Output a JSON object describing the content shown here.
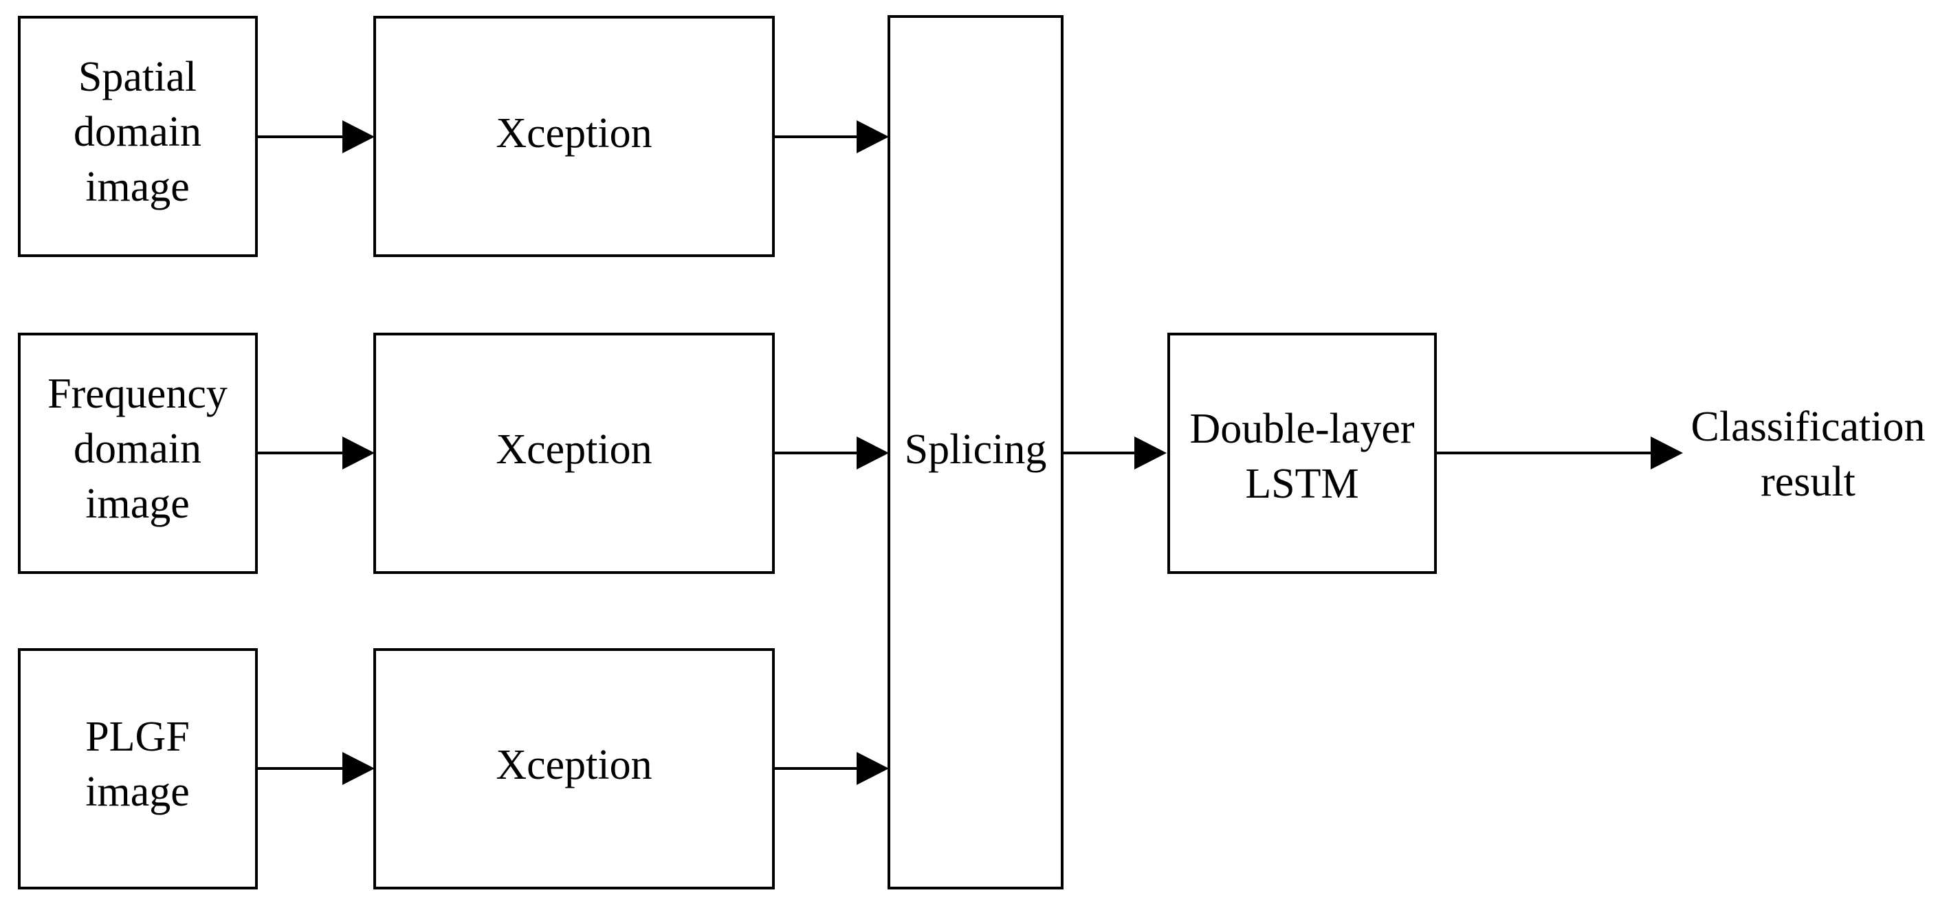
{
  "diagram": {
    "type": "flowchart",
    "orientation": "left-to-right",
    "background_color": "#ffffff",
    "line_color": "#000000",
    "text_color": "#000000",
    "inputs": [
      {
        "id": "spatial-domain-image",
        "line1": "Spatial",
        "line2": "domain",
        "line3": "image"
      },
      {
        "id": "frequency-domain-image",
        "line1": "Frequency",
        "line2": "domain",
        "line3": "image"
      },
      {
        "id": "plgf-image",
        "line1": "PLGF",
        "line2": "image",
        "line3": ""
      }
    ],
    "encoders": [
      {
        "id": "xception-1",
        "label": "Xception"
      },
      {
        "id": "xception-2",
        "label": "Xception"
      },
      {
        "id": "xception-3",
        "label": "Xception"
      }
    ],
    "splicing": {
      "id": "splicing",
      "label": "Splicing"
    },
    "classifier": {
      "id": "double-layer-lstm",
      "line1": "Double-layer",
      "line2": "LSTM"
    },
    "output": {
      "id": "classification-result",
      "line1": "Classification",
      "line2": "result"
    }
  }
}
